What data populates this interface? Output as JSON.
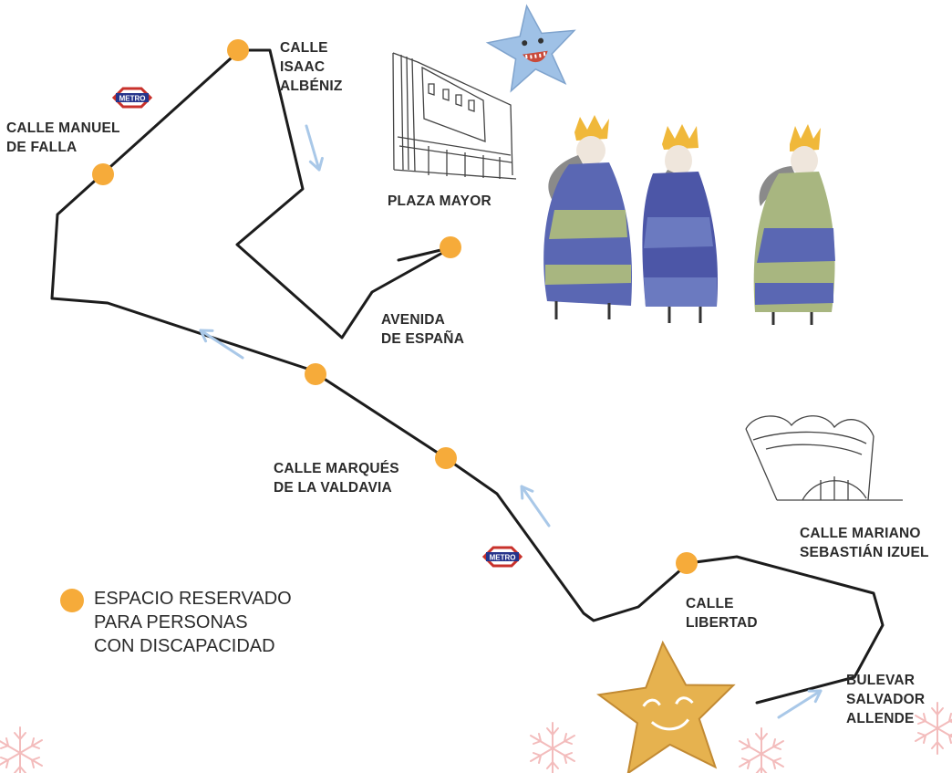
{
  "colors": {
    "route": "#1c1c1c",
    "stop": "#f6ab3a",
    "arrow": "#a9c8e8",
    "metro_red": "#c8312b",
    "metro_blue": "#27348b",
    "snowflake": "#f3bcbc",
    "star_blue": "#9fc1e6",
    "star_gold": "#e6b24f",
    "king_blue": "#5a67b3",
    "king_green": "#a8b680",
    "king_grey": "#8a8a8a",
    "crown": "#f0b83a"
  },
  "icons": {
    "metro": "metro-logo-icon",
    "stop": "stop-dot-icon",
    "arrow": "direction-arrow-icon",
    "star_blue": "smiling-blue-star-icon",
    "star_gold": "smiling-gold-star-icon",
    "kings": "three-kings-illustration",
    "plaza": "plaza-mayor-building-sketch",
    "building": "modern-building-sketch",
    "snowflake": "snowflake-icon"
  },
  "metro_logo_text": "METRO",
  "streets": {
    "isaac_albeniz": [
      "CALLE",
      "ISAAC",
      "ALBÉNIZ"
    ],
    "manuel_falla": [
      "CALLE MANUEL",
      "DE FALLA"
    ],
    "plaza_mayor": [
      "PLAZA MAYOR"
    ],
    "avenida_espana": [
      "AVENIDA",
      "DE ESPAÑA"
    ],
    "marques_valdavia": [
      "CALLE MARQUÉS",
      "DE LA VALDAVIA"
    ],
    "mariano_izuel": [
      "CALLE MARIANO",
      "SEBASTIÁN IZUEL"
    ],
    "libertad": [
      "CALLE",
      "LIBERTAD"
    ],
    "salvador_allende": [
      "BULEVAR",
      "SALVADOR",
      "ALLENDE"
    ]
  },
  "legend": {
    "lines": [
      "ESPACIO RESERVADO",
      "PARA PERSONAS",
      "CON DISCAPACIDAD"
    ]
  }
}
